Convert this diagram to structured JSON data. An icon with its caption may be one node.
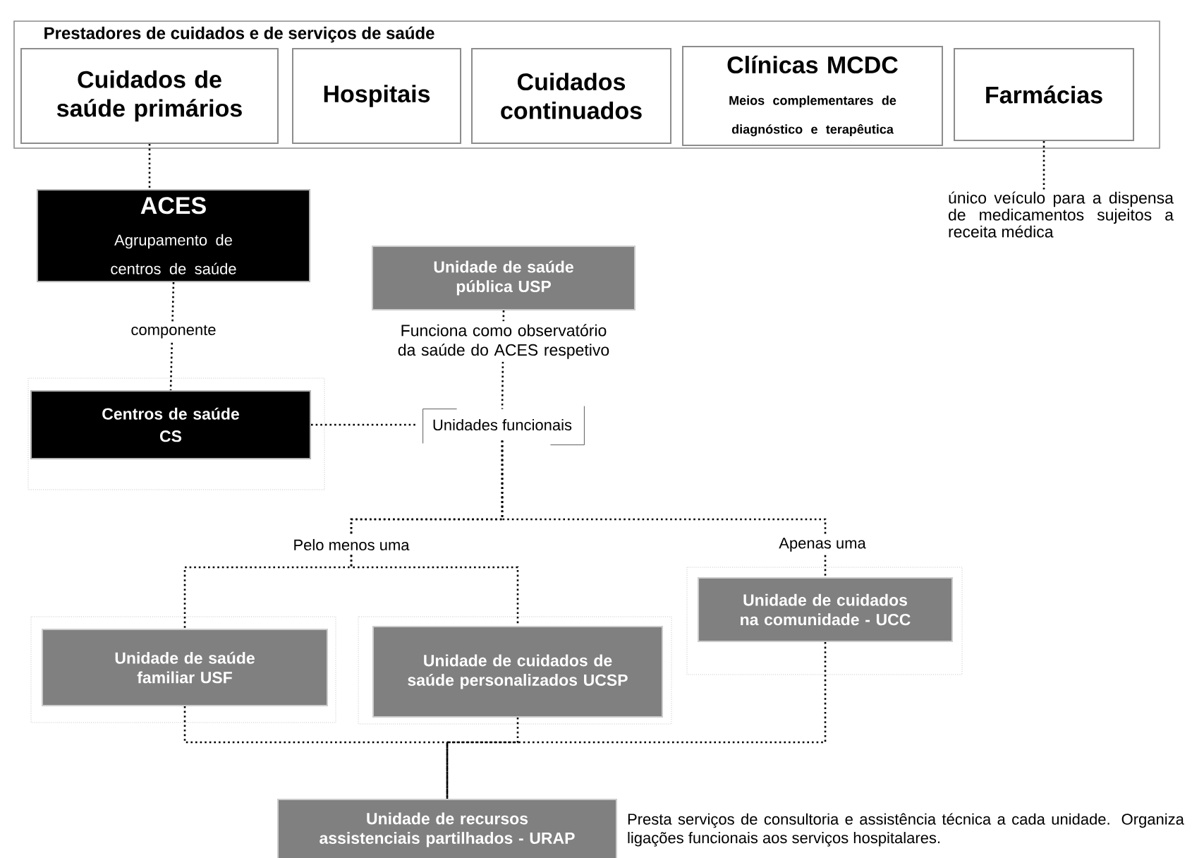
{
  "diagram": {
    "nodes": [
      {
        "text": [
          "Prestadores de cuidados e de serviços de saúde"
        ]
      },
      {
        "text": [
          "Cuidados de saúde primários"
        ],
        "in": 0
      },
      {
        "text": [
          "Hospitais"
        ],
        "in": 0
      },
      {
        "text": [
          "Cuidados continuados"
        ],
        "in": 0
      },
      {
        "text": [
          "Clínicas MCDC",
          "Meios complementares de diagnóstico e terapêutica"
        ],
        "in": 0
      },
      {
        "text": [
          "Farmácias"
        ],
        "in": 0
      },
      {
        "text": [
          "único veículo para a dispensa de medicamentos sujeitos a receita médica"
        ]
      },
      {
        "text": [
          "ACES",
          "Agrupamento de centros de saúde"
        ]
      },
      {
        "text": [
          "Centros de saúde",
          "CS"
        ]
      },
      {
        "text": [
          "Unidade de saúde pública USP"
        ],
        "beside": [
          "Funciona como observatório da saúde do ACES respetivo"
        ]
      },
      {
        "text": [
          "Unidades funcionais"
        ]
      },
      {
        "text": [
          "Unidade de saúde familiar USF"
        ]
      },
      {
        "text": [
          "Unidade de cuidados de saúde personalizados UCSP"
        ]
      },
      {
        "text": [
          "Unidade de cuidados na comunidade - UCC"
        ]
      },
      {
        "text": [
          "Unidade de recursos assistenciais partilhados - URAP"
        ],
        "beside": [
          "Presta serviços de consultoria e assistência técnica a cada unidade. Organiza ligações funcionais aos serviços hospitalares."
        ]
      }
    ],
    "edges": [
      {
        "from": 1,
        "to": 7,
        "arrow": "none"
      },
      {
        "from": 5,
        "to": 6,
        "arrow": "none"
      },
      {
        "from": 7,
        "to": 8,
        "arrow": "none",
        "label": "componente"
      },
      {
        "from": 8,
        "to": 10,
        "arrow": "none"
      },
      {
        "from": 9,
        "to": 10,
        "arrow": "none"
      },
      {
        "from": 10,
        "to": 11,
        "arrow": "none",
        "label": "Pelo menos uma"
      },
      {
        "from": 10,
        "to": 12,
        "arrow": "none"
      },
      {
        "from": 10,
        "to": 13,
        "arrow": "none",
        "label": "Apenas uma"
      },
      {
        "from": 11,
        "to": 14,
        "arrow": "none"
      },
      {
        "from": 12,
        "to": 14,
        "arrow": "none"
      },
      {
        "from": 13,
        "to": 14,
        "arrow": "none"
      }
    ]
  }
}
